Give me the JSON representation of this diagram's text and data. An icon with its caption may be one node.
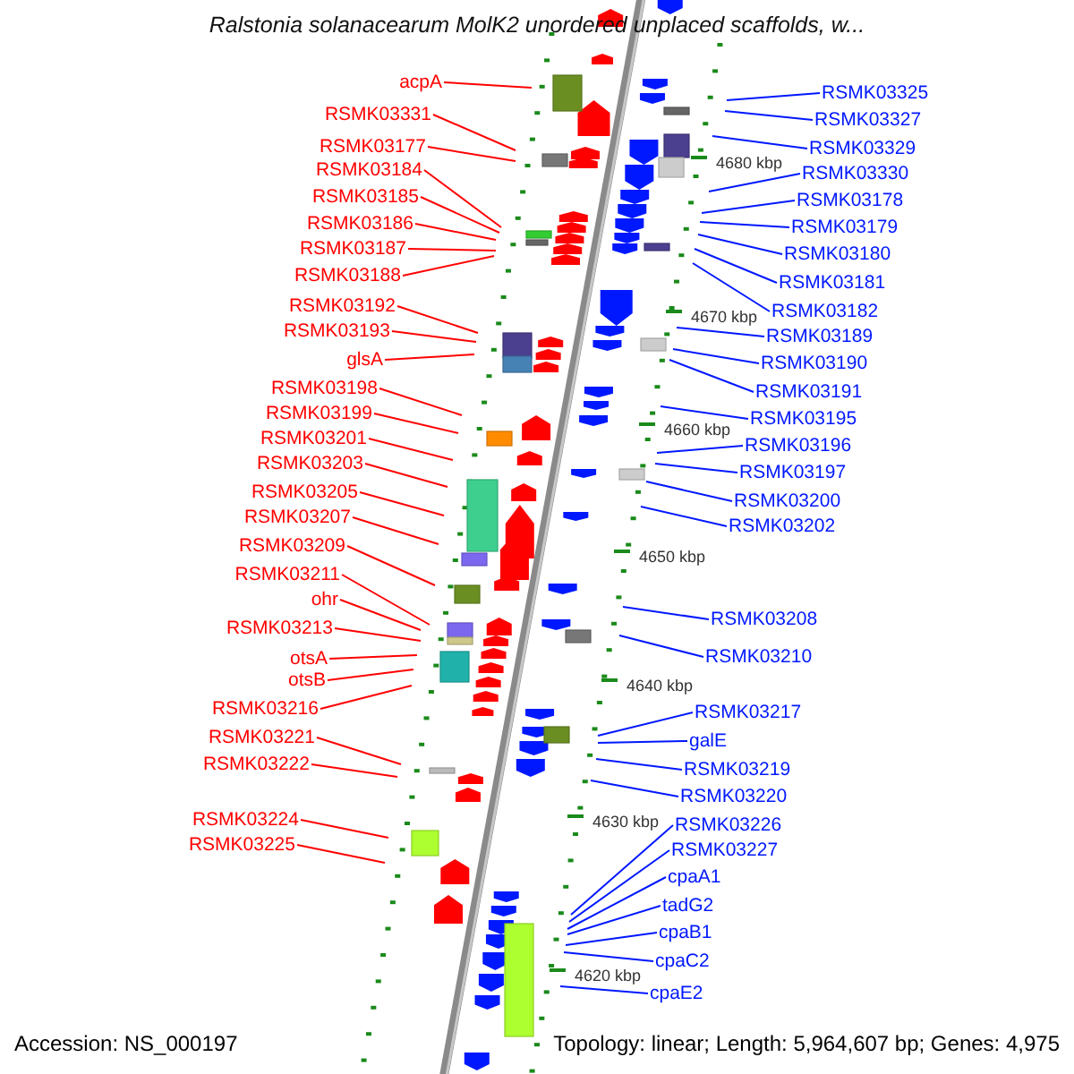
{
  "diagram": {
    "title": "Ralstonia solanacearum MolK2 unordered unplaced scaffolds, w...",
    "nodes": [
      {
        "text": [
          "acpA"
        ]
      },
      {
        "text": [
          "RSMK03331"
        ]
      },
      {
        "text": [
          "RSMK03177"
        ]
      },
      {
        "text": [
          "RSMK03184"
        ]
      },
      {
        "text": [
          "RSMK03185"
        ]
      },
      {
        "text": [
          "RSMK03186"
        ]
      },
      {
        "text": [
          "RSMK03187"
        ]
      },
      {
        "text": [
          "RSMK03188"
        ]
      },
      {
        "text": [
          "RSMK03192"
        ]
      },
      {
        "text": [
          "RSMK03193"
        ]
      },
      {
        "text": [
          "glsA"
        ]
      },
      {
        "text": [
          "RSMK03198"
        ]
      },
      {
        "text": [
          "RSMK03199"
        ]
      },
      {
        "text": [
          "RSMK03201"
        ]
      },
      {
        "text": [
          "RSMK03203"
        ]
      },
      {
        "text": [
          "RSMK03205"
        ]
      },
      {
        "text": [
          "RSMK03207"
        ]
      },
      {
        "text": [
          "RSMK03209"
        ]
      },
      {
        "text": [
          "RSMK03211"
        ]
      },
      {
        "text": [
          "ohr"
        ]
      },
      {
        "text": [
          "RSMK03213"
        ]
      },
      {
        "text": [
          "otsA"
        ]
      },
      {
        "text": [
          "otsB"
        ]
      },
      {
        "text": [
          "RSMK03216"
        ]
      },
      {
        "text": [
          "RSMK03221"
        ]
      },
      {
        "text": [
          "RSMK03222"
        ]
      },
      {
        "text": [
          "RSMK03224"
        ]
      },
      {
        "text": [
          "RSMK03225"
        ]
      },
      {
        "text": [
          "RSMK03325"
        ]
      },
      {
        "text": [
          "RSMK03327"
        ]
      },
      {
        "text": [
          "RSMK03329"
        ]
      },
      {
        "text": [
          "RSMK03330"
        ]
      },
      {
        "text": [
          "RSMK03178"
        ]
      },
      {
        "text": [
          "RSMK03179"
        ]
      },
      {
        "text": [
          "RSMK03180"
        ]
      },
      {
        "text": [
          "RSMK03181"
        ]
      },
      {
        "text": [
          "RSMK03182"
        ]
      },
      {
        "text": [
          "RSMK03189"
        ]
      },
      {
        "text": [
          "RSMK03190"
        ]
      },
      {
        "text": [
          "RSMK03191"
        ]
      },
      {
        "text": [
          "RSMK03195"
        ]
      },
      {
        "text": [
          "RSMK03196"
        ]
      },
      {
        "text": [
          "RSMK03197"
        ]
      },
      {
        "text": [
          "RSMK03200"
        ]
      },
      {
        "text": [
          "RSMK03202"
        ]
      },
      {
        "text": [
          "RSMK03208"
        ]
      },
      {
        "text": [
          "RSMK03210"
        ]
      },
      {
        "text": [
          "RSMK03217"
        ]
      },
      {
        "text": [
          "galE"
        ]
      },
      {
        "text": [
          "RSMK03219"
        ]
      },
      {
        "text": [
          "RSMK03220"
        ]
      },
      {
        "text": [
          "RSMK03226"
        ]
      },
      {
        "text": [
          "RSMK03227"
        ]
      },
      {
        "text": [
          "cpaA1"
        ]
      },
      {
        "text": [
          "tadG2"
        ]
      },
      {
        "text": [
          "cpaB1"
        ]
      },
      {
        "text": [
          "cpaC2"
        ]
      },
      {
        "text": [
          "cpaE2"
        ]
      }
    ],
    "edges": [
      {
        "from": 0,
        "to": null,
        "arrow": "none",
        "color": "#ff0000"
      },
      {
        "from": 1,
        "to": null,
        "arrow": "none",
        "color": "#ff0000"
      },
      {
        "from": 2,
        "to": null,
        "arrow": "none",
        "color": "#ff0000"
      },
      {
        "from": 3,
        "to": null,
        "arrow": "none",
        "color": "#ff0000"
      },
      {
        "from": 4,
        "to": null,
        "arrow": "none",
        "color": "#ff0000"
      },
      {
        "from": 5,
        "to": null,
        "arrow": "none",
        "color": "#ff0000"
      },
      {
        "from": 6,
        "to": null,
        "arrow": "none",
        "color": "#ff0000"
      },
      {
        "from": 7,
        "to": null,
        "arrow": "none",
        "color": "#ff0000"
      },
      {
        "from": 8,
        "to": null,
        "arrow": "none",
        "color": "#ff0000"
      },
      {
        "from": 9,
        "to": null,
        "arrow": "none",
        "color": "#ff0000"
      },
      {
        "from": 10,
        "to": null,
        "arrow": "none",
        "color": "#ff0000"
      },
      {
        "from": 11,
        "to": null,
        "arrow": "none",
        "color": "#ff0000"
      },
      {
        "from": 12,
        "to": null,
        "arrow": "none",
        "color": "#ff0000"
      },
      {
        "from": 13,
        "to": null,
        "arrow": "none",
        "color": "#ff0000"
      },
      {
        "from": 14,
        "to": null,
        "arrow": "none",
        "color": "#ff0000"
      },
      {
        "from": 15,
        "to": null,
        "arrow": "none",
        "color": "#ff0000"
      },
      {
        "from": 16,
        "to": null,
        "arrow": "none",
        "color": "#ff0000"
      },
      {
        "from": 17,
        "to": null,
        "arrow": "none",
        "color": "#ff0000"
      },
      {
        "from": 18,
        "to": null,
        "arrow": "none",
        "color": "#ff0000"
      },
      {
        "from": 19,
        "to": null,
        "arrow": "none",
        "color": "#ff0000"
      },
      {
        "from": 20,
        "to": null,
        "arrow": "none",
        "color": "#ff0000"
      },
      {
        "from": 21,
        "to": null,
        "arrow": "none",
        "color": "#ff0000"
      },
      {
        "from": 22,
        "to": null,
        "arrow": "none",
        "color": "#ff0000"
      },
      {
        "from": 23,
        "to": null,
        "arrow": "none",
        "color": "#ff0000"
      },
      {
        "from": 24,
        "to": null,
        "arrow": "none",
        "color": "#ff0000"
      },
      {
        "from": 25,
        "to": null,
        "arrow": "none",
        "color": "#ff0000"
      },
      {
        "from": 26,
        "to": null,
        "arrow": "none",
        "color": "#ff0000"
      },
      {
        "from": 27,
        "to": null,
        "arrow": "none",
        "color": "#ff0000"
      },
      {
        "from": 28,
        "to": null,
        "arrow": "none"
      },
      {
        "from": 29,
        "to": null,
        "arrow": "none"
      },
      {
        "from": 30,
        "to": null,
        "arrow": "none"
      },
      {
        "from": 31,
        "to": null,
        "arrow": "none"
      },
      {
        "from": 32,
        "to": null,
        "arrow": "none"
      },
      {
        "from": 33,
        "to": null,
        "arrow": "none"
      },
      {
        "from": 34,
        "to": null,
        "arrow": "none"
      },
      {
        "from": 35,
        "to": null,
        "arrow": "none"
      },
      {
        "from": 36,
        "to": null,
        "arrow": "none"
      },
      {
        "from": 37,
        "to": null,
        "arrow": "none"
      },
      {
        "from": 38,
        "to": null,
        "arrow": "none"
      },
      {
        "from": 39,
        "to": null,
        "arrow": "none"
      },
      {
        "from": 40,
        "to": null,
        "arrow": "none"
      },
      {
        "from": 41,
        "to": null,
        "arrow": "none"
      },
      {
        "from": 42,
        "to": null,
        "arrow": "none"
      },
      {
        "from": 43,
        "to": null,
        "arrow": "none"
      },
      {
        "from": 44,
        "to": null,
        "arrow": "none"
      },
      {
        "from": 45,
        "to": null,
        "arrow": "none"
      },
      {
        "from": 46,
        "to": null,
        "arrow": "none"
      },
      {
        "from": 47,
        "to": null,
        "arrow": "none"
      },
      {
        "from": 48,
        "to": null,
        "arrow": "none"
      },
      {
        "from": 49,
        "to": null,
        "arrow": "none"
      },
      {
        "from": 50,
        "to": null,
        "arrow": "none"
      },
      {
        "from": 51,
        "to": null,
        "arrow": "none"
      },
      {
        "from": 52,
        "to": null,
        "arrow": "none"
      },
      {
        "from": 53,
        "to": null,
        "arrow": "none"
      },
      {
        "from": 54,
        "to": null,
        "arrow": "none"
      },
      {
        "from": 55,
        "to": null,
        "arrow": "none"
      },
      {
        "from": 56,
        "to": null,
        "arrow": "none"
      },
      {
        "from": 57,
        "to": null,
        "arrow": "none"
      }
    ],
    "labels": [
      "4680 kbp",
      "4670 kbp",
      "4660 kbp",
      "4650 kbp",
      "4640 kbp",
      "4630 kbp",
      "4620 kbp",
      "Accession: NS_000197",
      "Topology: linear; Length: 5,964,607 bp; Genes: 4,975"
    ]
  }
}
